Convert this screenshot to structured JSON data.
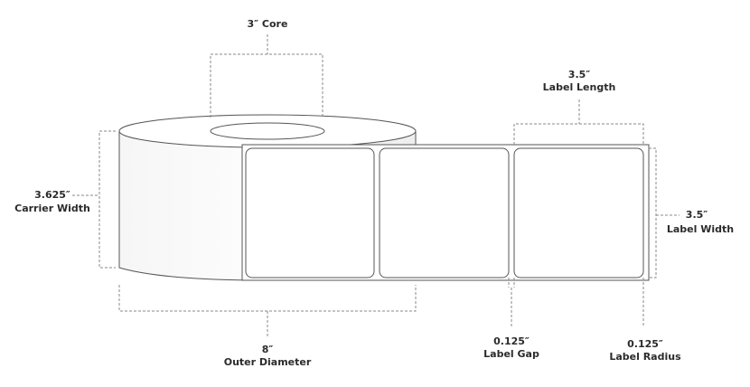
{
  "core": {
    "value": "3″ Core"
  },
  "label_length": {
    "value": "3.5″",
    "caption": "Label Length"
  },
  "carrier_width": {
    "value": "3.625″",
    "caption": "Carrier Width"
  },
  "label_width": {
    "value": "3.5″",
    "caption": "Label Width"
  },
  "outer_diameter": {
    "value": "8″",
    "caption": "Outer Diameter"
  },
  "label_gap": {
    "value": "0.125″",
    "caption": "Label Gap"
  },
  "label_radius": {
    "value": "0.125″",
    "caption": "Label Radius"
  }
}
